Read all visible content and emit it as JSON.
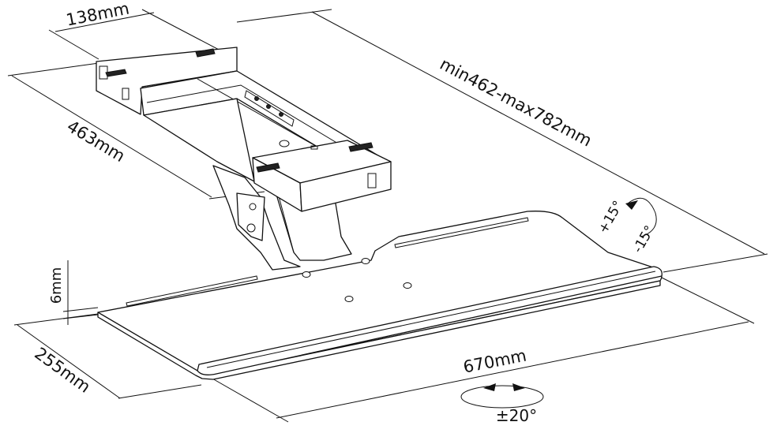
{
  "dimensions": {
    "top_width": "138mm",
    "depth": "463mm",
    "extension": "min462-max782mm",
    "thickness": "6mm",
    "tray_depth": "255mm",
    "tray_width": "670mm"
  },
  "angles": {
    "tilt_up": "+15°",
    "tilt_down": "-15°",
    "swivel": "±20°"
  }
}
